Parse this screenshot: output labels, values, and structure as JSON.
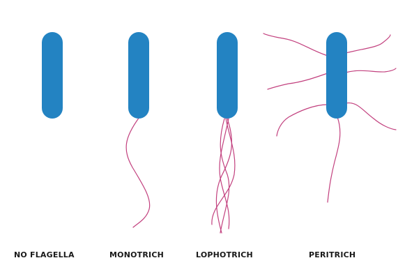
{
  "colors": {
    "cell": "#2383c2",
    "flagellum": "#c2407e",
    "background": "#ffffff",
    "label": "#1a1a1a"
  },
  "types": [
    {
      "id": "no-flagella",
      "label": "NO FLAGELLA"
    },
    {
      "id": "monotrich",
      "label": "MONOTRICH"
    },
    {
      "id": "lophotrich",
      "label": "LOPHOTRICH"
    },
    {
      "id": "peritrich",
      "label": "PERITRICH"
    }
  ]
}
